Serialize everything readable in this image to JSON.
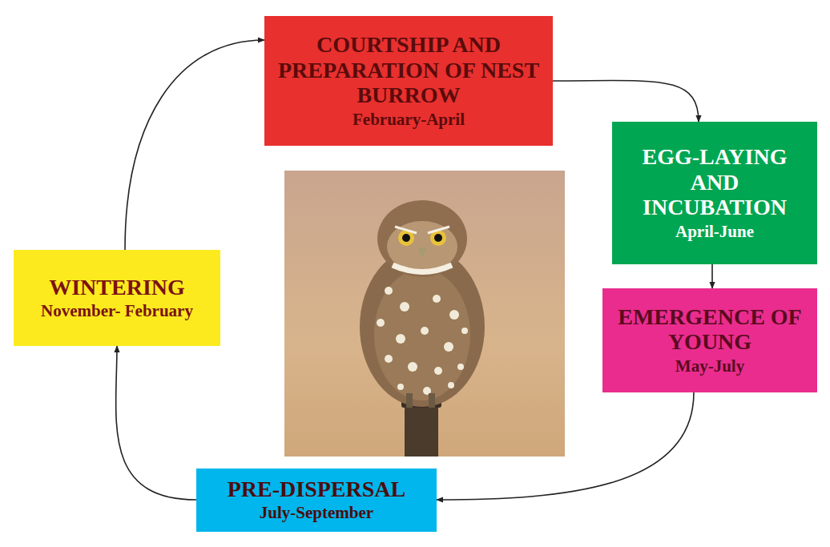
{
  "diagram": {
    "nodes": [
      {
        "text": [
          "COURTSHIP AND PREPARATION OF NEST BURROW",
          "February-April"
        ]
      },
      {
        "text": [
          "EGG-LAYING AND INCUBATION",
          "April-June"
        ]
      },
      {
        "text": [
          "EMERGENCE OF YOUNG",
          "May-July"
        ]
      },
      {
        "text": [
          "PRE-DISPERSAL",
          "July-September"
        ]
      },
      {
        "text": [
          "WINTERING",
          "November- February"
        ]
      }
    ],
    "edges": [
      {
        "from": 0,
        "to": 1,
        "arrow": "to"
      },
      {
        "from": 1,
        "to": 2,
        "arrow": "to"
      },
      {
        "from": 2,
        "to": 3,
        "arrow": "to"
      },
      {
        "from": 3,
        "to": 4,
        "arrow": "to"
      },
      {
        "from": 4,
        "to": 0,
        "arrow": "to"
      }
    ]
  }
}
